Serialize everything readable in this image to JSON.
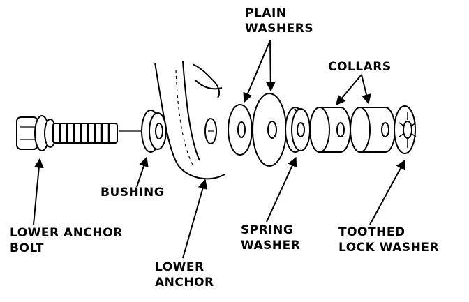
{
  "labels": {
    "plain_washers": [
      "PLAIN",
      "WASHERS"
    ],
    "collars": "COLLARS",
    "bushing": "BUSHING",
    "lower_anchor_bolt": [
      "LOWER ANCHOR",
      "BOLT"
    ],
    "spring_washer": [
      "SPRING",
      "WASHER"
    ],
    "toothed_lock_washer": [
      "TOOTHED",
      "LOCK WASHER"
    ],
    "lower_anchor": [
      "LOWER",
      "ANCHOR"
    ]
  },
  "colors": {
    "ink": "#000000",
    "paper": "#ffffff"
  }
}
